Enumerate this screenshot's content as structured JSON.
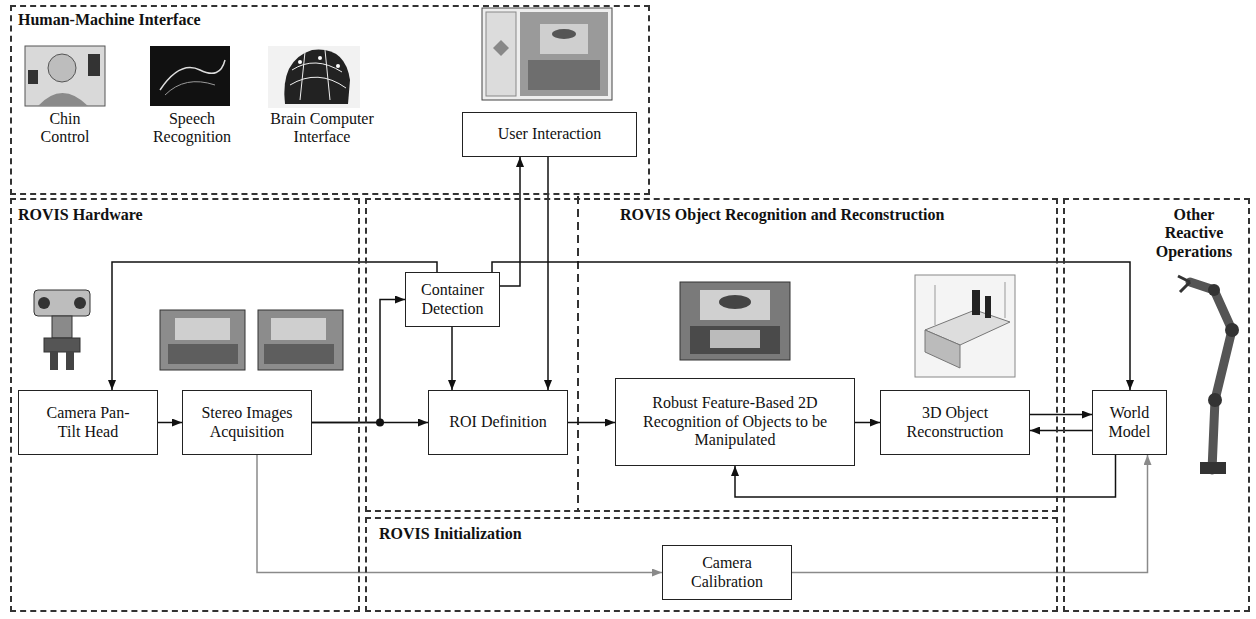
{
  "diagram": {
    "nodes": [
      {
        "text": [
          "Human-Machine Interface"
        ]
      },
      {
        "text": [
          "Chin Control"
        ],
        "in": 0
      },
      {
        "text": [
          "Speech Recognition"
        ],
        "in": 0
      },
      {
        "text": [
          "Brain Computer Interface"
        ],
        "in": 0
      },
      {
        "text": [
          "User Interaction"
        ],
        "in": 0
      },
      {
        "text": [
          "ROVIS Hardware"
        ]
      },
      {
        "text": [
          "Camera Pan- Tilt Head"
        ],
        "in": 5
      },
      {
        "text": [
          "Stereo Images Acquisition"
        ],
        "in": 5
      },
      {
        "text": [
          "ROVIS Object Recognition and Reconstruction"
        ]
      },
      {
        "text": [
          "Container Detection"
        ],
        "in": 8
      },
      {
        "text": [
          "ROI Definition"
        ],
        "in": 8
      },
      {
        "text": [
          "Robust Feature-Based 2D Recognition of Objects to be Manipulated"
        ],
        "in": 8
      },
      {
        "text": [
          "3D Object Reconstruction"
        ],
        "in": 8
      },
      {
        "text": [
          "ROVIS Initialization"
        ]
      },
      {
        "text": [
          "Camera Calibration"
        ],
        "in": 13
      },
      {
        "text": [
          "Other Reactive Operations"
        ]
      },
      {
        "text": [
          "World Model"
        ],
        "in": 15
      }
    ],
    "edges": [
      {
        "from": 6,
        "to": 7,
        "arrow": "to"
      },
      {
        "from": 7,
        "to": 10,
        "arrow": "to"
      },
      {
        "from": 7,
        "to": 9,
        "arrow": "to"
      },
      {
        "from": 9,
        "to": 10,
        "arrow": "to"
      },
      {
        "from": 9,
        "to": 6,
        "arrow": "to"
      },
      {
        "from": 9,
        "to": 16,
        "arrow": "to"
      },
      {
        "from": 9,
        "to": 4,
        "arrow": "to"
      },
      {
        "from": 4,
        "to": 10,
        "arrow": "to"
      },
      {
        "from": 10,
        "to": 11,
        "arrow": "to"
      },
      {
        "from": 11,
        "to": 12,
        "arrow": "to"
      },
      {
        "from": 12,
        "to": 16,
        "arrow": "to"
      },
      {
        "from": 16,
        "to": 12,
        "arrow": "to"
      },
      {
        "from": 16,
        "to": 11,
        "arrow": "to"
      },
      {
        "from": 7,
        "to": 14,
        "arrow": "to"
      },
      {
        "from": 14,
        "to": 16,
        "arrow": "to"
      }
    ]
  }
}
